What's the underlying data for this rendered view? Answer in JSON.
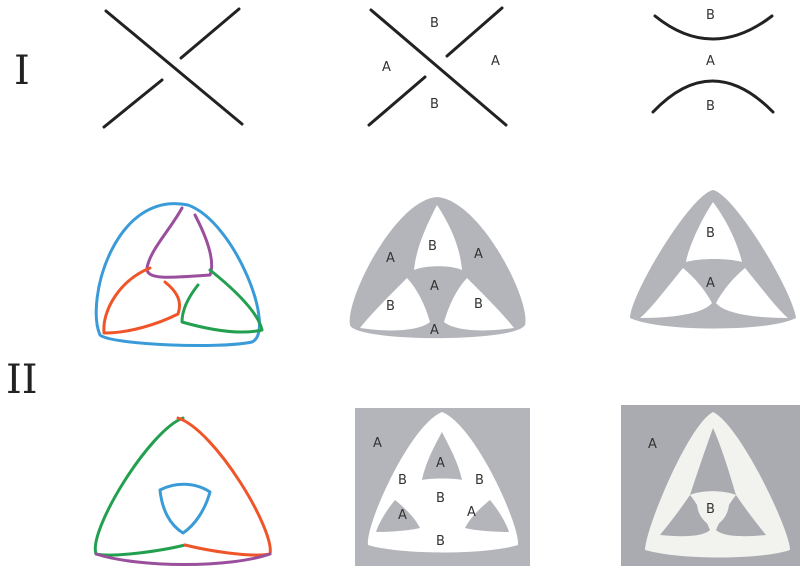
{
  "row_labels": {
    "row1": "I",
    "row2": "II"
  },
  "crossing_labels": {
    "mid_top_B": "B",
    "mid_left_A": "A",
    "mid_right_A": "A",
    "mid_bottom_B": "B",
    "right_top_B": "B",
    "right_mid_A": "A",
    "right_bottom_B": "B"
  },
  "shaded1_labels": {
    "left_A": "A",
    "center_top_B": "B",
    "right_A": "A",
    "center_A": "A",
    "lower_left_B": "B",
    "lower_right_B": "B",
    "bottom_A": "A"
  },
  "state1_labels": {
    "top_B": "B",
    "center_A": "A"
  },
  "shaded2_labels": {
    "corner_A": "A",
    "top_A": "A",
    "left_B": "B",
    "right_B": "B",
    "center_B": "B",
    "lower_left_A": "A",
    "lower_right_A": "A",
    "bottom_B": "B"
  },
  "state2_labels": {
    "corner_A": "A",
    "center_B": "B"
  },
  "colors": {
    "stroke": "#222222",
    "shade": "#b3b5ba",
    "shade_dark": "#a9abb0",
    "region": "#f2f2ef",
    "blue": "#3a9bd9",
    "purple": "#9a4f9c",
    "orange": "#f0552a",
    "green": "#23a04f"
  }
}
